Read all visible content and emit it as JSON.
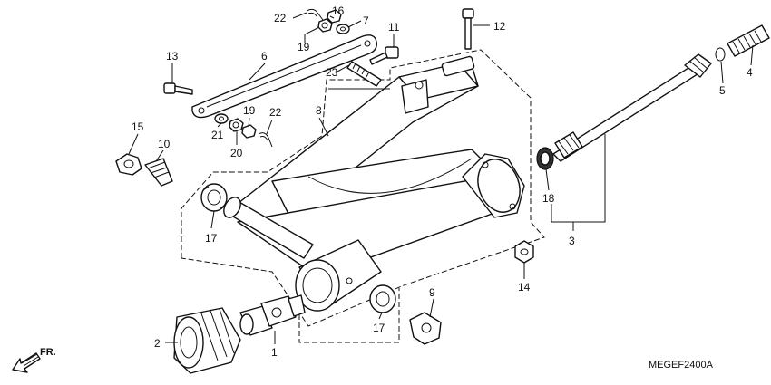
{
  "callouts": {
    "c1": "1",
    "c2": "2",
    "c3": "3",
    "c4": "4",
    "c5": "5",
    "c6": "6",
    "c7": "7",
    "c8": "8",
    "c9": "9",
    "c10": "10",
    "c11": "11",
    "c12": "12",
    "c13": "13",
    "c14": "14",
    "c15": "15",
    "c16": "16",
    "c17a": "17",
    "c17b": "17",
    "c18": "18",
    "c19a": "19",
    "c19b": "19",
    "c20": "20",
    "c21": "21",
    "c22a": "22",
    "c22b": "22",
    "c23": "23"
  },
  "front_indicator": "FR.",
  "diagram_code": "MEGEF2400A"
}
